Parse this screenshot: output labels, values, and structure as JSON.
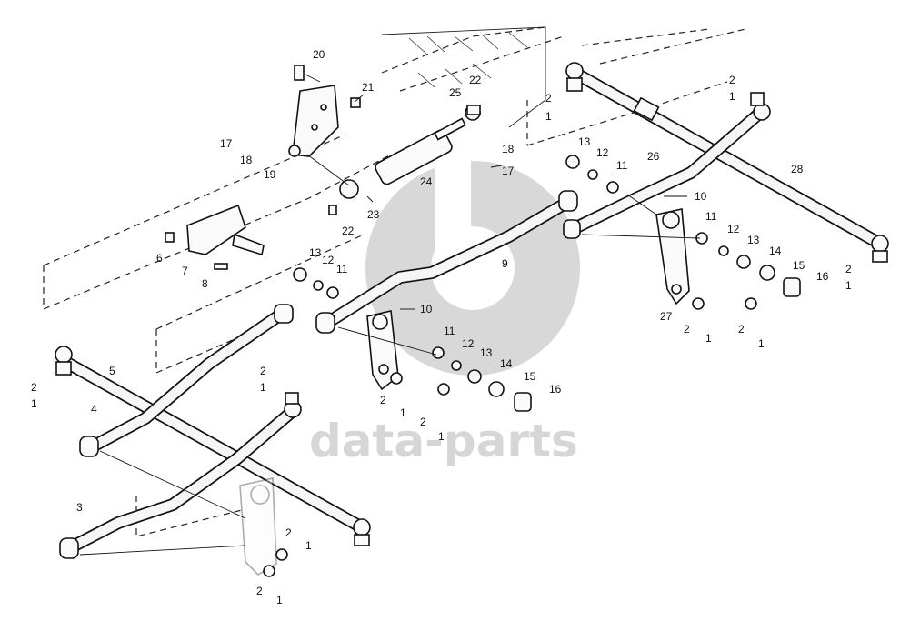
{
  "watermark": {
    "text": "data-parts",
    "color": "#c8c8c8"
  },
  "callouts": [
    {
      "n": "20"
    },
    {
      "n": "21"
    },
    {
      "n": "22"
    },
    {
      "n": "25"
    },
    {
      "n": "17"
    },
    {
      "n": "18"
    },
    {
      "n": "19"
    },
    {
      "n": "24"
    },
    {
      "n": "23"
    },
    {
      "n": "22"
    },
    {
      "n": "18"
    },
    {
      "n": "17"
    },
    {
      "n": "13"
    },
    {
      "n": "12"
    },
    {
      "n": "11"
    },
    {
      "n": "26"
    },
    {
      "n": "28"
    },
    {
      "n": "10"
    },
    {
      "n": "6"
    },
    {
      "n": "7"
    },
    {
      "n": "8"
    },
    {
      "n": "13"
    },
    {
      "n": "12"
    },
    {
      "n": "11"
    },
    {
      "n": "9"
    },
    {
      "n": "11"
    },
    {
      "n": "12"
    },
    {
      "n": "13"
    },
    {
      "n": "14"
    },
    {
      "n": "15"
    },
    {
      "n": "16"
    },
    {
      "n": "27"
    },
    {
      "n": "2"
    },
    {
      "n": "1"
    },
    {
      "n": "2"
    },
    {
      "n": "1"
    },
    {
      "n": "10"
    },
    {
      "n": "11"
    },
    {
      "n": "12"
    },
    {
      "n": "13"
    },
    {
      "n": "14"
    },
    {
      "n": "15"
    },
    {
      "n": "16"
    },
    {
      "n": "2"
    },
    {
      "n": "1"
    },
    {
      "n": "2"
    },
    {
      "n": "1"
    },
    {
      "n": "5"
    },
    {
      "n": "4"
    },
    {
      "n": "3"
    },
    {
      "n": "2"
    },
    {
      "n": "1"
    },
    {
      "n": "2"
    },
    {
      "n": "1"
    },
    {
      "n": "2"
    },
    {
      "n": "1"
    },
    {
      "n": "2"
    },
    {
      "n": "1"
    },
    {
      "n": "1"
    },
    {
      "n": "2"
    },
    {
      "n": "1"
    },
    {
      "n": "2"
    },
    {
      "n": "2"
    },
    {
      "n": "1"
    }
  ]
}
